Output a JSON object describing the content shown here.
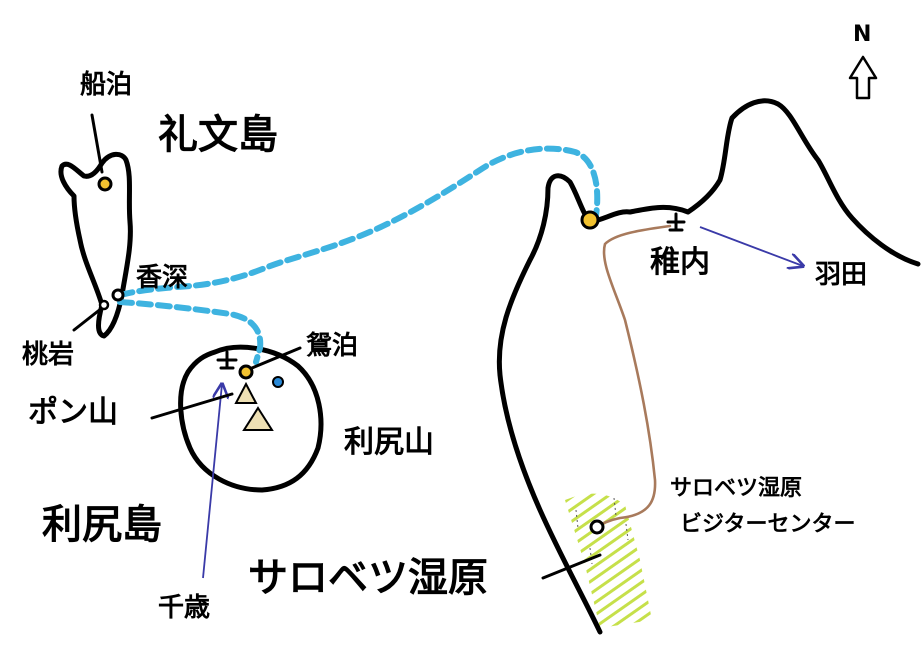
{
  "labels": {
    "north": "N",
    "funadomari": "船泊",
    "rebun_island": "礼文島",
    "kafuka": "香深",
    "momoiwa": "桃岩",
    "oshidomari": "鴛泊",
    "pon_yama": "ポン山",
    "rishiri_yama": "利尻山",
    "rishiri_island": "利尻島",
    "chitose": "千歳",
    "wakkanai": "稚内",
    "haneda": "羽田",
    "sarobetsu": "サロベツ湿原",
    "visitor_center_l1": "サロベツ湿原",
    "visitor_center_l2": "ビジターセンター"
  },
  "colors": {
    "coast": "#000000",
    "ferry_route": "#3eb3e0",
    "road": "#a87a5c",
    "flight_arrow": "#3a3aa8",
    "wetland": "#c6e04a",
    "port_dot": "#f2c230",
    "mountain": "#eee0b4",
    "pond": "#2a8ad8"
  },
  "symbols": {
    "north_arrow": "north-arrow-icon",
    "airport": "airport-icon",
    "port": "port-icon",
    "mountain": "mountain-icon",
    "wetland": "wetland-hatch"
  }
}
